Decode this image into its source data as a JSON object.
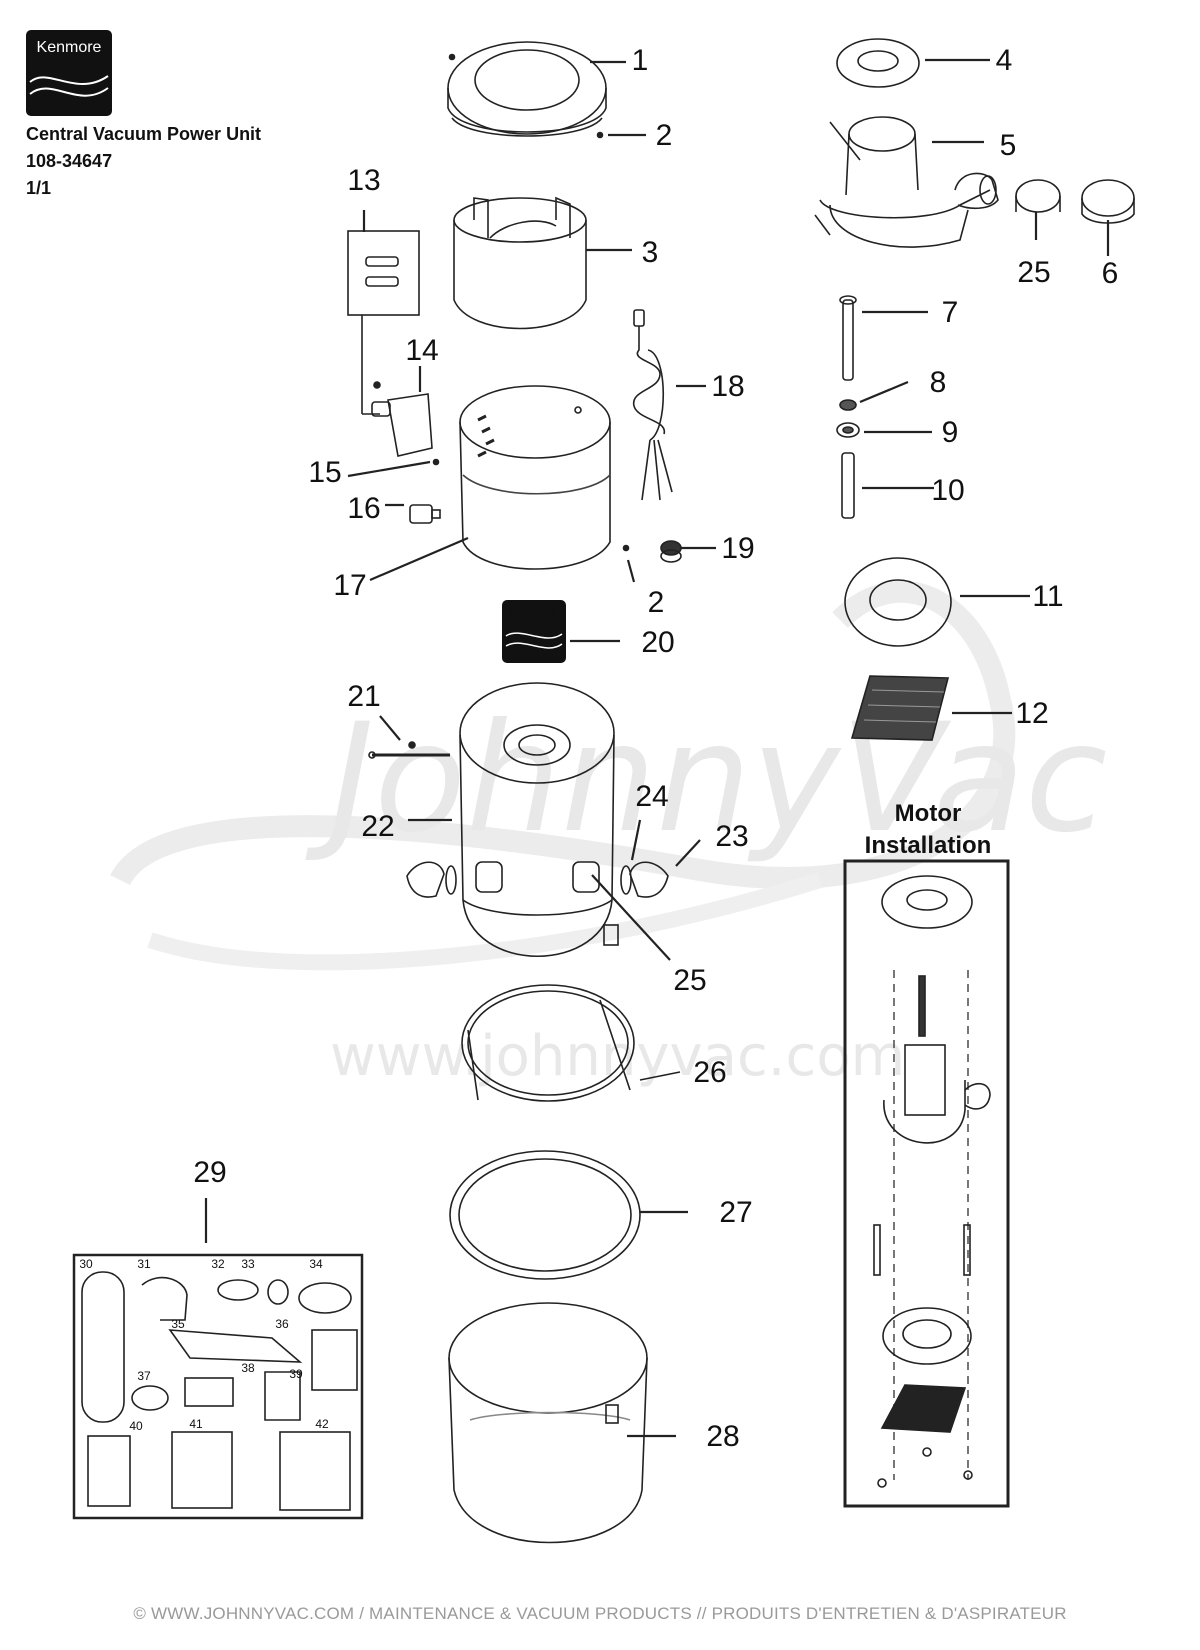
{
  "brand": {
    "logo_text": "Kenmore",
    "product_name": "Central Vacuum Power Unit",
    "model_number": "108-34647",
    "page": "1/1"
  },
  "parts": [
    {
      "n": "1"
    },
    {
      "n": "2"
    },
    {
      "n": "3"
    },
    {
      "n": "4"
    },
    {
      "n": "5"
    },
    {
      "n": "6"
    },
    {
      "n": "7"
    },
    {
      "n": "8"
    },
    {
      "n": "9"
    },
    {
      "n": "10"
    },
    {
      "n": "11"
    },
    {
      "n": "12"
    },
    {
      "n": "13"
    },
    {
      "n": "14"
    },
    {
      "n": "15"
    },
    {
      "n": "16"
    },
    {
      "n": "17"
    },
    {
      "n": "18"
    },
    {
      "n": "19"
    },
    {
      "n": "2"
    },
    {
      "n": "20"
    },
    {
      "n": "21"
    },
    {
      "n": "22"
    },
    {
      "n": "24"
    },
    {
      "n": "23"
    },
    {
      "n": "25"
    },
    {
      "n": "25"
    },
    {
      "n": "26"
    },
    {
      "n": "27"
    },
    {
      "n": "28"
    },
    {
      "n": "29"
    }
  ],
  "kit_parts": [
    "30",
    "31",
    "32",
    "33",
    "34",
    "35",
    "36",
    "37",
    "38",
    "39",
    "40",
    "41",
    "42"
  ],
  "motor_installation_title": [
    "Motor",
    "Installation"
  ],
  "watermark": {
    "script": "JohnnyVac",
    "url": "www.johnnyvac.com"
  },
  "footer": "© WWW.JOHNNYVAC.COM / MAINTENANCE & VACUUM PRODUCTS  //  PRODUITS D'ENTRETIEN & D'ASPIRATEUR"
}
